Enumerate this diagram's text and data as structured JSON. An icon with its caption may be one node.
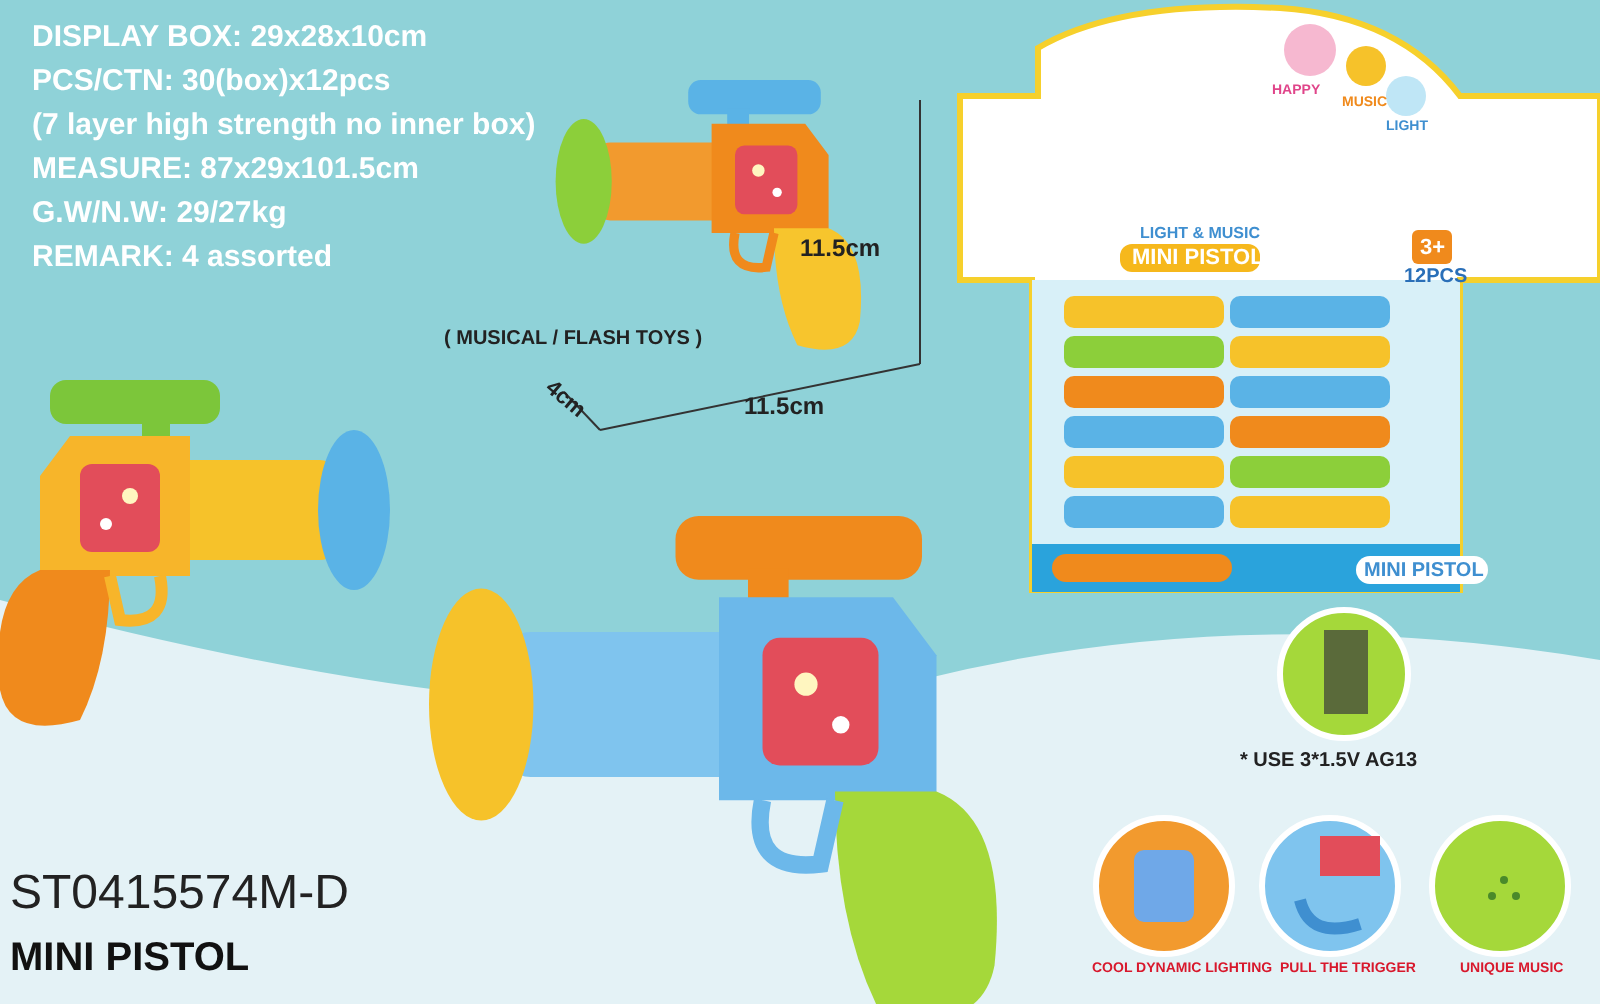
{
  "diagram": {
    "labels": [
      "DISPLAY BOX: 29x28x10cm",
      "PCS/CTN: 30(box)x12pcs",
      "(7 layer high strength no inner box)",
      "MEASURE: 87x29x101.5cm",
      "G.W/N.W: 29/27kg",
      "REMARK:  4 assorted",
      "HAPPY",
      "MUSIC",
      "LIGHT",
      "LIGHT & MUSIC",
      "MINI PISTOL",
      "3+",
      "12PCS",
      "11.5cm",
      "( MUSICAL /  FLASH TOYS )",
      "4cm",
      "11.5cm",
      "MINI PISTOL",
      "* USE 3*1.5V AG13",
      "ST0415574M-D",
      "MINI PISTOL",
      "COOL DYNAMIC LIGHTING",
      "PULL THE TRIGGER",
      "UNIQUE MUSIC"
    ]
  }
}
